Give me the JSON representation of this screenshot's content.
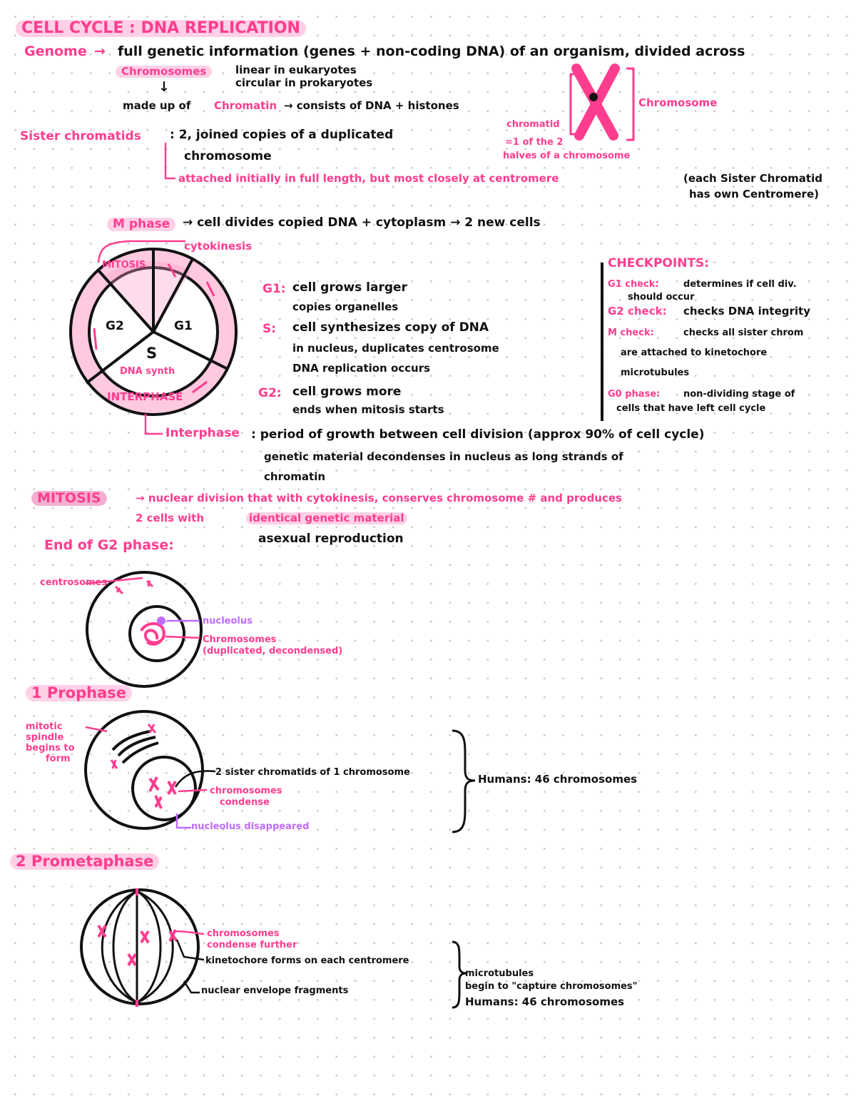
{
  "title": "CELL CYCLE : DNA REPLICATION",
  "genome": {
    "term": "Genome",
    "arrow": "→",
    "definition": "full genetic information (genes + non-coding DNA) of an organism, divided across",
    "chromosomes_term": "Chromosomes",
    "linear": "linear in eukaryotes",
    "circular": "circular in prokaryotes",
    "made_up_prefix": "made up of",
    "chromatin_term": "Chromatin",
    "chromatin_def": "→ consists of DNA + histones"
  },
  "chromosome_diagram": {
    "chromatid_label": "chromatid",
    "chromatid_def_1": "=1 of the 2",
    "chromatid_def_2": "halves of a chromosome",
    "chromosome_label": "Chromosome"
  },
  "sister": {
    "term": "Sister chromatids",
    "def_1": ": 2, joined copies of a duplicated",
    "def_2": "chromosome",
    "attached": "attached initially in full length, but most closely at centromere",
    "note_1": "(each Sister Chromatid",
    "note_2": "has own Centromere)"
  },
  "cycle": {
    "m_phase_label": "M phase",
    "m_phase_def": "→ cell divides copied DNA + cytoplasm → 2 new cells",
    "cytokinesis_label": "cytokinesis",
    "mitosis_seg": "MITOSIS",
    "segments": [
      "G2",
      "G1",
      "S"
    ],
    "dna_synth": "DNA synth",
    "interphase_ring": "INTERPHASE",
    "g1_label": "G1:",
    "g1_line1": "cell grows larger",
    "g1_line2": "copies organelles",
    "s_label": "S:",
    "s_line1": "cell synthesizes copy of DNA",
    "s_line2": "in nucleus, duplicates centrosome",
    "s_line3": "DNA replication occurs",
    "g2_label": "G2:",
    "g2_line1": "cell grows more",
    "g2_line2": "ends when mitosis starts",
    "interphase_term": "Interphase",
    "interphase_def": ": period of growth between cell division (approx 90% of cell cycle)",
    "interphase_def2": "genetic material decondenses in nucleus as long strands of",
    "interphase_def3": "chromatin"
  },
  "checkpoints": {
    "title": "CHECKPOINTS:",
    "items": [
      {
        "label": "G1 check:",
        "text": "determines if cell div.",
        "text2": "should occur"
      },
      {
        "label": "G2 check:",
        "text": "checks DNA integrity"
      },
      {
        "label": "M check:",
        "text": "checks all sister chrom",
        "text2": "are attached to kinetochore",
        "text3": "microtubules"
      },
      {
        "label": "G0 phase:",
        "text": "non-dividing stage of",
        "text2": "cells that have left cell cycle"
      }
    ]
  },
  "mitosis": {
    "term": "MITOSIS",
    "def": "→ nuclear division that with cytokinesis, conserves chromosome # and produces",
    "def2_prefix": "2 cells with",
    "def2_hl": "identical genetic material",
    "asexual": "asexual reproduction",
    "end_g2": "End of G2 phase:",
    "centrosomes": "centrosomes",
    "nucleolus": "nucleolus",
    "chrom_dup_1": "Chromosomes",
    "chrom_dup_2": "(duplicated, decondensed)"
  },
  "prophase": {
    "title": "1 Prophase",
    "spindle_1": "mitotic",
    "spindle_2": "spindle",
    "spindle_3": "begins to",
    "spindle_4": "form",
    "sister_label": "2 sister chromatids of 1 chromosome",
    "condense_1": "chromosomes",
    "condense_2": "condense",
    "nucleolus_gone": "nucleolus disappeared",
    "humans": "Humans: 46 chromosomes"
  },
  "prometaphase": {
    "title": "2 Prometaphase",
    "further_1": "chromosomes",
    "further_2": "condense further",
    "kinetochore": "kinetochore forms on each centromere",
    "envelope": "nuclear envelope fragments",
    "mt_1": "microtubules",
    "mt_2": "begin to \"capture chromosomes\"",
    "humans": "Humans: 46 chromosomes"
  }
}
